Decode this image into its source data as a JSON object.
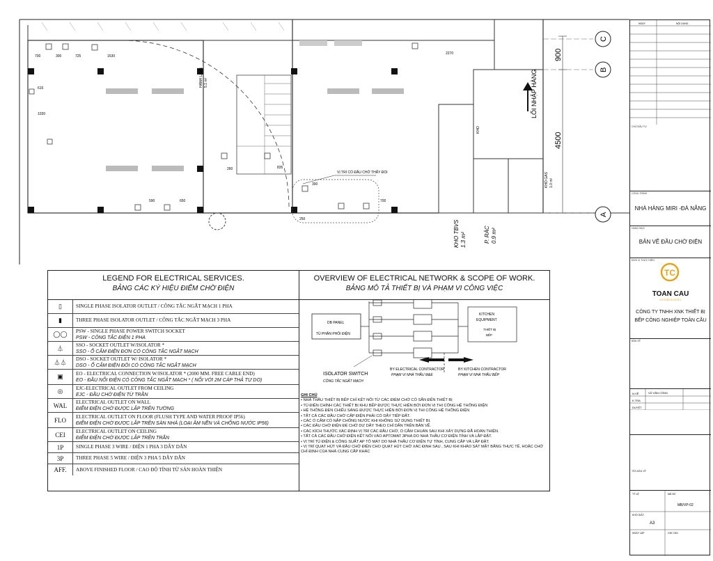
{
  "plan": {
    "dims_top": [
      "700",
      "300",
      "725",
      "1530",
      "2270"
    ],
    "dim_left": [
      "615",
      "1030"
    ],
    "hall_label": "HÀNH LANG",
    "hall_area": "5.1 m²",
    "kho_label": "KHO",
    "kho_gas_label": "KHO GAS",
    "kho_gas_area": "1.0 m²",
    "kho_tbvs_label": "KHO TBVS",
    "kho_tbvs_area": "1.3 m²",
    "rac_label": "P. RÁC",
    "rac_area": "0.9 m²",
    "loi_nhap_hang": "LỐI NHẬP HÀNG",
    "axis_c": "C",
    "axis_b": "B",
    "axis_a": "A",
    "dim_900": "900",
    "dim_4500": "4500",
    "dim_260": "260",
    "dim_835": "835",
    "dim_590": "590",
    "dim_650": "650",
    "dim_300b": "300",
    "dim_700b": "700",
    "dim_250": "250",
    "vi_tri_note": "VỊ TRÍ CÓ ĐẦU CHỜ THẤY ĐỔI"
  },
  "legend": {
    "title_en": "LEGEND FOR ELECTRICAL SERVICES.",
    "title_vi": "BẢNG CÁC KÝ HIỆU ĐIỂM CHỜ ĐIỆN",
    "rows": [
      {
        "sym": "",
        "en": "SINGLE PHASE ISOLATOR OUTLET / CÔNG TẮC NGẮT MẠCH 1 PHA",
        "vi": ""
      },
      {
        "sym": "",
        "en": "THREE PHASE ISOLATOR OUTLET / CÔNG TẮC NGẮT MẠCH 3 PHA",
        "vi": ""
      },
      {
        "sym": "",
        "en": "PSW - SINGLE PHASE POWER SWITCH  SOCKET",
        "vi": "PSW - CÔNG TẮC ĐIỆN 1 PHA"
      },
      {
        "sym": "",
        "en": "SSO - SOCKET OUTLET W/ISOLATOR *",
        "vi": "SSO - Ổ CẮM ĐIỆN ĐƠN CÓ CÔNG TẮC NGẮT MẠCH"
      },
      {
        "sym": "",
        "en": "DSO - SOCKET OUTLET W/ ISOLATOR *",
        "vi": "DSO - Ổ CẮM ĐIỆN ĐÔI CÓ CÔNG TẮC NGẮT MẠCH"
      },
      {
        "sym": "",
        "en": "EO - ELECTRICAL CONNECTION W/ISOLATOR * (2000 MM. FREE CABLE END)",
        "vi": "EO - ĐẦU NỐI ĐIỆN CÓ CÔNG TẮC NGẮT MẠCH * ( NỐI VỚI 2M CÁP THẢ TỰ DO)"
      },
      {
        "sym": "",
        "en": "EJC-ELECTRICAL OUTLET FROM CEILING",
        "vi": "EJC - ĐẦU CHỜ ĐIỆN TỪ TRẦN"
      },
      {
        "sym": "WAL",
        "en": "ELECTRICAL OUTLET ON WALL",
        "vi": "ĐIỂM ĐIỆN CHỜ ĐƯỢC LẮP TRÊN TƯỜNG"
      },
      {
        "sym": "FLO",
        "en": "ELECTRICAL OUTLET ON FLOOR (FLUSH TYPE AND WATER PROOF IP56)",
        "vi": "ĐIỂM ĐIỆN CHỜ ĐƯỢC LẮP TRÊN SÀN NHÀ (LOẠI ÂM NỀN VÀ CHỐNG NƯỚC IP56)"
      },
      {
        "sym": "CEI",
        "en": "ELECTRICAL OUTLET ON CEILING",
        "vi": "ĐIỂM ĐIỆN CHỜ ĐƯỢC LẮP TRÊN TRẦN"
      },
      {
        "sym": "1P",
        "en": "SINGLE PHASE 3 WIRE / ĐIỆN 1 PHA 3 DÂY DẪN",
        "vi": ""
      },
      {
        "sym": "3P",
        "en": "THREE PHASE 5 WIRE / ĐIỆN 3 PHA 5 DÂY DẪN",
        "vi": ""
      },
      {
        "sym": "AFF.",
        "en": "ABOVE FINISHED FLOOR / CAO ĐỘ TÍNH TỪ SÀN HOÀN THIỆN",
        "vi": ""
      }
    ]
  },
  "overview": {
    "title_en": "OVERVIEW OF ELECTRICAL NETWORK  & SCOPE OF WORK.",
    "title_vi": "BẢNG MÔ TẢ THIẾT BỊ VÀ PHẠM VI CÔNG VIỆC",
    "db_panel_1": "DB PANEL",
    "db_panel_2": "TỦ PHÂN PHỐI ĐIỆN",
    "kitchen_1": "KITCHEN",
    "kitchen_2": "EQUIPMENT",
    "kitchen_3": "THIẾT BỊ",
    "kitchen_4": "BẾP",
    "isolator_en": "ISOLATOR SWITCH",
    "isolator_vi": "CÔNG TẮC NGẮT MẠCH",
    "by_elec_en": "BY ELECTRICAL CONTRACTOR",
    "by_elec_vi": "PHẠM VI NHÀ THẦU M&E",
    "by_kitchen_en": "BY KITCHEN  CONTRACTOR",
    "by_kitchen_vi": "PHẠM VI NHÀ THẦU BẾP",
    "notes_head": "GHI CHÚ",
    "notes": [
      "• NHÀ THẦU THIẾT BỊ BẾP CHỈ KẾT NỐI TỪ CÁC ĐIỂM CHỜ CÓ SẴN ĐẾN THIẾT BỊ",
      "• TỦ ĐIỆN CHÍNH CÁC THIẾT BỊ KHU BẾP ĐƯỢC THỰC HIỆN BỞI ĐƠN VỊ THI CÔNG HỆ THỐNG ĐIỆN",
      "• HỆ THỐNG ĐÈN CHIẾU SÁNG ĐƯỢC THỰC HIỆN BỞI ĐƠN VỊ THI CÔNG HỆ THỐNG ĐIỆN",
      "• TẤT CẢ CÁC ĐẦU CHỜ CẤP ĐIỆN PHẢI CÓ DÂY TIẾP ĐẤT.",
      "• CÁC Ổ CẮM CÓ NẮP CHỐNG NƯỚC KHI KHÔNG SỬ DỤNG THIẾT BỊ.",
      "• CÁC ĐẦU CHỜ ĐIỆN ĐỂ CHỜ DƯ DÂY THEO CHỈ DẪN TRÊN BẢN VẼ.",
      "• CÁC KÍCH THƯỚC XÁC ĐỊNH VỊ TRÍ CÁC ĐẦU CHỜ, Ổ CẮM CHUẨN SAU KHI XÂY DỰNG ĐÃ HOÀN THIỆN.",
      "• TẤT CẢ CÁC ĐẦU CHỜ ĐIỆN KẾT NỐI VÀO APTOMAT 3PHA DO NHÀ THẦU CƠ ĐIỆN TÍNH VÀ LẮP ĐẶT.",
      "• VỊ TRÍ TỦ ĐIỆN & CÔNG SUẤT AP TÔ MÁT DO NHÀ THẦU CƠ ĐIỆN TỰ TÍNH, CUNG CẤP VÀ LẮP ĐẶT.",
      "• VỊ TRÍ QUẠT HÚT VÀ ĐẦU CHỜ ĐIỆN CHO QUẠT HÚT CHỜ XÁC ĐỊNH SAU , SAU KHI KHẢO SÁT MẶT BẰNG THỰC TẾ, HOẶC CHỜ CHỈ ĐỊNH CỦA NHÀ CUNG CẤP KHÁC"
    ]
  },
  "titleblock": {
    "hdr_1": "NGÀY",
    "hdr_2": "NỘI DUNG",
    "chu_dau_tu": "CHỦ ĐẦU TƯ",
    "cong_trinh": "CÔNG TRÌNH",
    "project": "NHÀ HÀNG MIRI -ĐÀ NẴNG",
    "hang_muc": "HẠNG MỤC",
    "drawing": "BẢN VẼ ĐẦU CHỜ ĐIỆN",
    "don_vi": "ĐƠN VỊ THỰC HIỆN",
    "logo_text": "TOAN CAU",
    "logo_sub": "KITCHEN & HOTEL",
    "company_1": "CÔNG TY TNHH XNK THIẾT BỊ",
    "company_2": "BẾP CÔNG NGHIỆP TOÀN CẦU",
    "ban_ve": "BẢN VẼ",
    "ve_lbl": "N.VẼ",
    "ve_val": "VŨ VĂN CÔNG",
    "kt_lbl": "K.TRA",
    "duyet_lbl": "DUYỆT",
    "ten_ban_ve": "TÊN BẢN VẼ",
    "ty_le": "TỶ LỆ",
    "ma_so": "MÃ SỐ",
    "code": "MB/VP-02",
    "kho_giay": "KHỔ GIẤY",
    "size": "A3",
    "ngay_lap": "NGÀY LẬP",
    "ghi_chu": "GHI CHÚ"
  },
  "colors": {
    "logo_gold": "#e8a317",
    "line": "#222222"
  }
}
